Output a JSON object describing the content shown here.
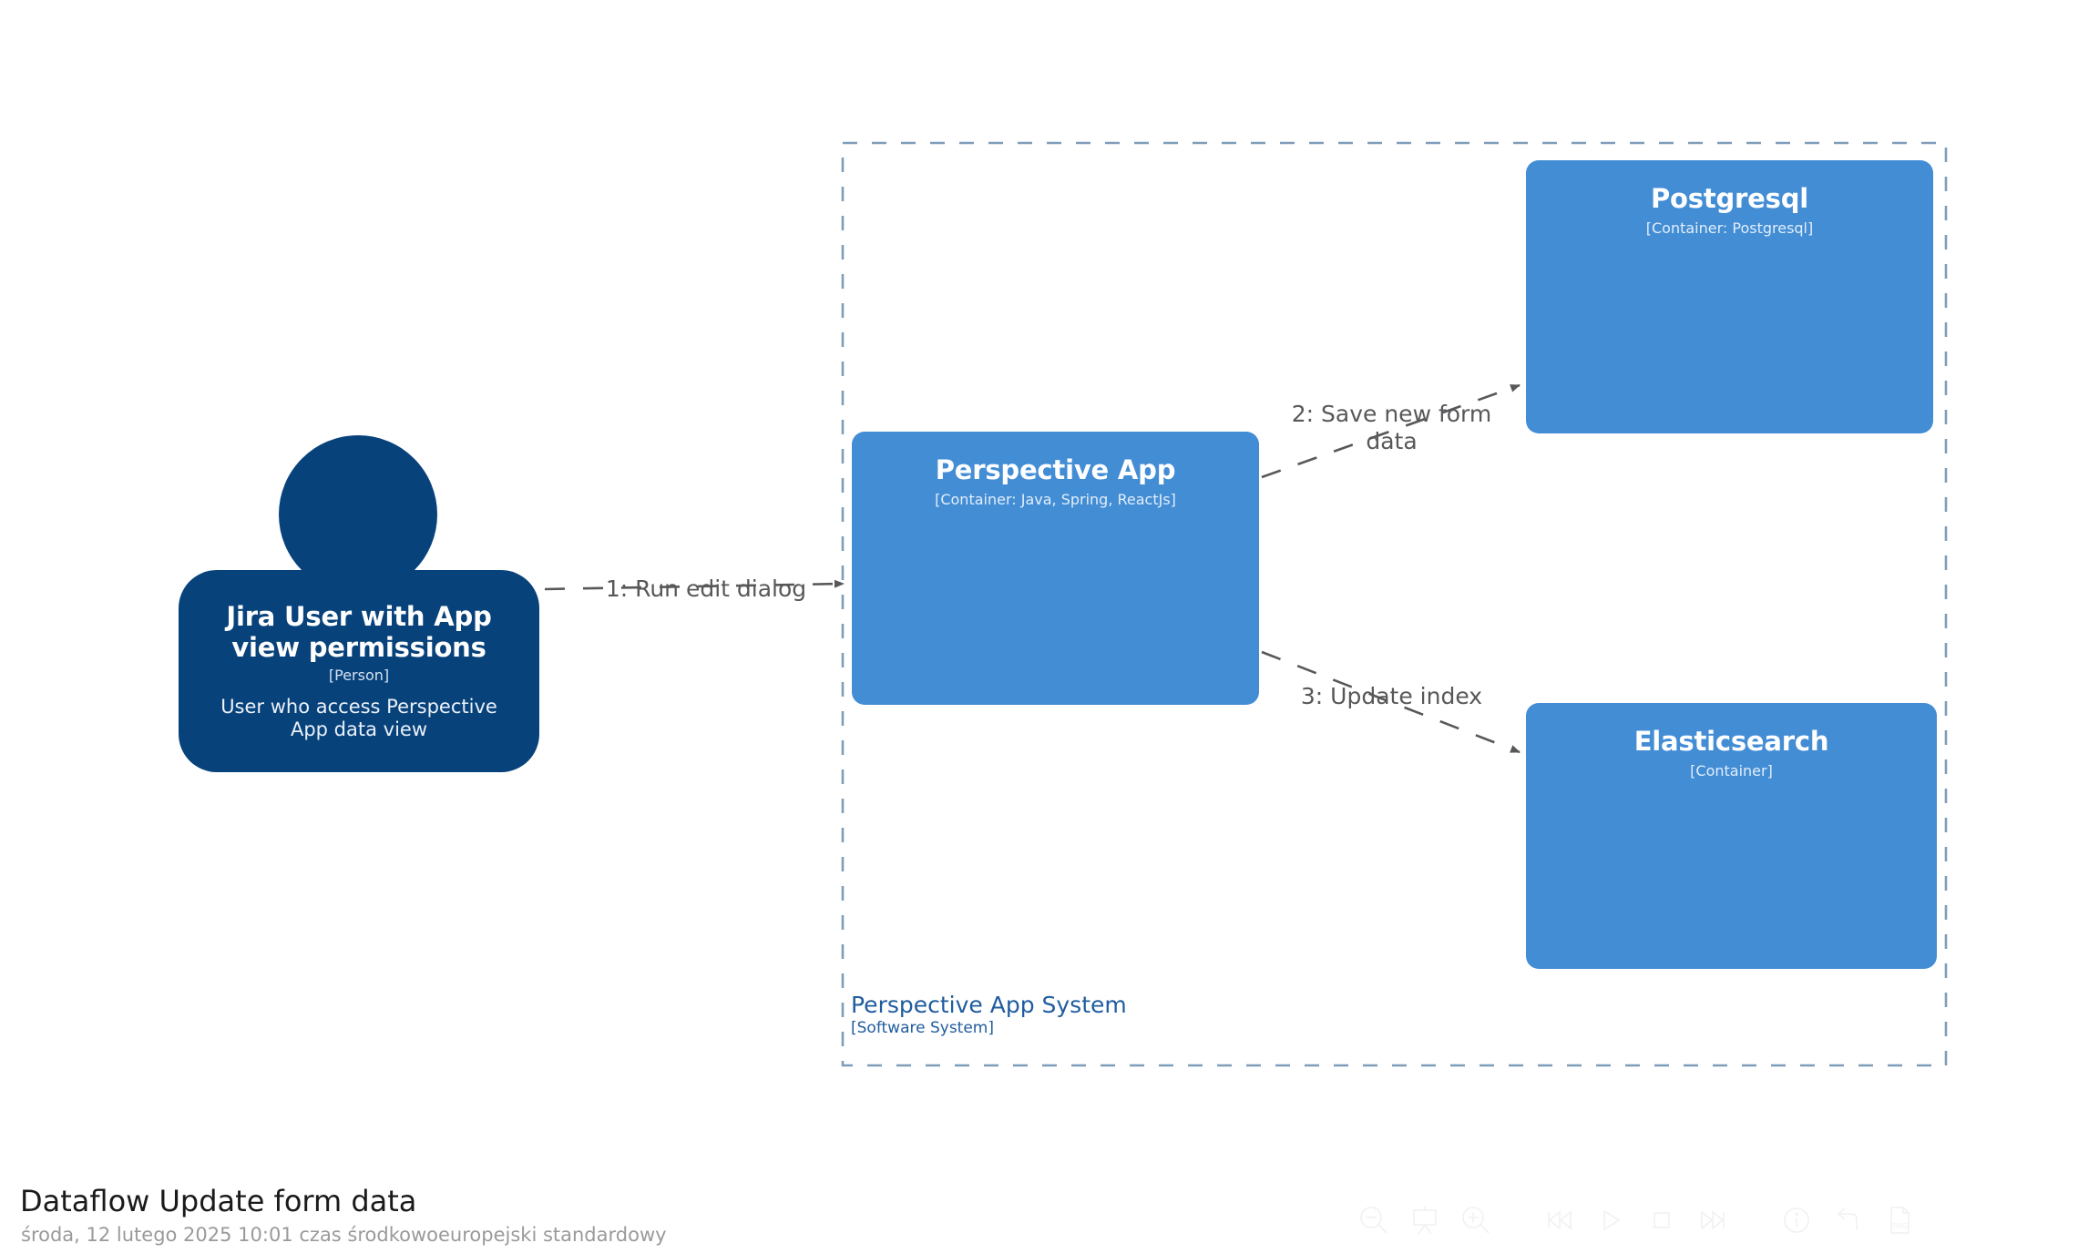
{
  "diagram": {
    "title": "Dataflow Update form data",
    "timestamp": "środa, 12 lutego 2025 10:01 czas środkowoeuropejski standardowy",
    "colors": {
      "person": "#08427b",
      "container": "#438dd5",
      "boundary_border": "#7f9db9",
      "boundary_text": "#1f5c9e",
      "edge": "#58585a",
      "background": "#ffffff"
    },
    "boundary": {
      "name": "Perspective App System",
      "type": "[Software System]"
    },
    "nodes": {
      "person": {
        "name": "Jira User with App view permissions",
        "type": "[Person]",
        "description": "User who access Perspective App data view"
      },
      "perspective_app": {
        "name": "Perspective App",
        "type": "[Container: Java, Spring, ReactJs]"
      },
      "postgresql": {
        "name": "Postgresql",
        "type": "[Container: Postgresql]"
      },
      "elasticsearch": {
        "name": "Elasticsearch",
        "type": "[Container]"
      }
    },
    "edges": [
      {
        "order": 1,
        "label": "1: Run edit dialog",
        "from": "person",
        "to": "perspective_app"
      },
      {
        "order": 2,
        "label": "2: Save new form\ndata",
        "from": "perspective_app",
        "to": "postgresql"
      },
      {
        "order": 3,
        "label": "3: Update index",
        "from": "perspective_app",
        "to": "elasticsearch"
      }
    ]
  },
  "toolbar": {
    "items": [
      {
        "icon": "zoom-out-icon",
        "label": "Zoom out"
      },
      {
        "icon": "fit-to-screen-icon",
        "label": "Fit to screen"
      },
      {
        "icon": "zoom-in-icon",
        "label": "Zoom in"
      },
      {
        "icon": "skip-to-start-icon",
        "label": "First step"
      },
      {
        "icon": "play-icon",
        "label": "Play"
      },
      {
        "icon": "stop-icon",
        "label": "Stop"
      },
      {
        "icon": "skip-to-end-icon",
        "label": "Last step"
      },
      {
        "icon": "info-icon",
        "label": "Info"
      },
      {
        "icon": "undo-arrow-icon",
        "label": "Back"
      },
      {
        "icon": "export-png-icon",
        "label": "PNG"
      }
    ],
    "export_format": "PNG"
  }
}
